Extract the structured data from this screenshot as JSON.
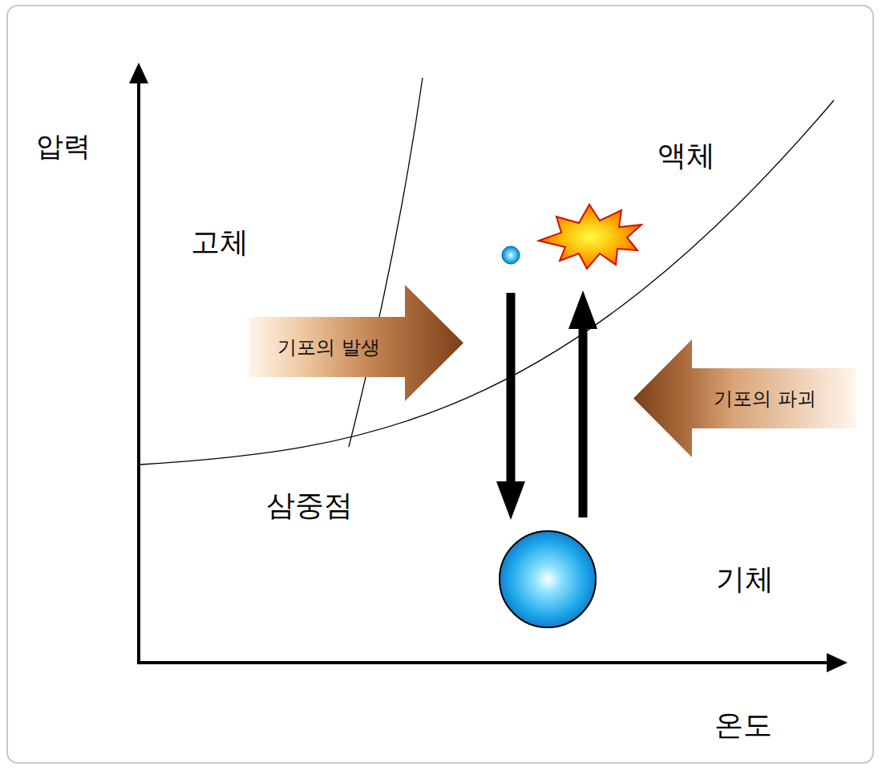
{
  "diagram": {
    "nodes": [
      {
        "text": [
          "기포의 발생"
        ]
      },
      {
        "text": [
          "기포의 파괴"
        ]
      }
    ],
    "labels": [
      "압력",
      "고체",
      "액체",
      "삼중점",
      "기체",
      "온도"
    ]
  }
}
